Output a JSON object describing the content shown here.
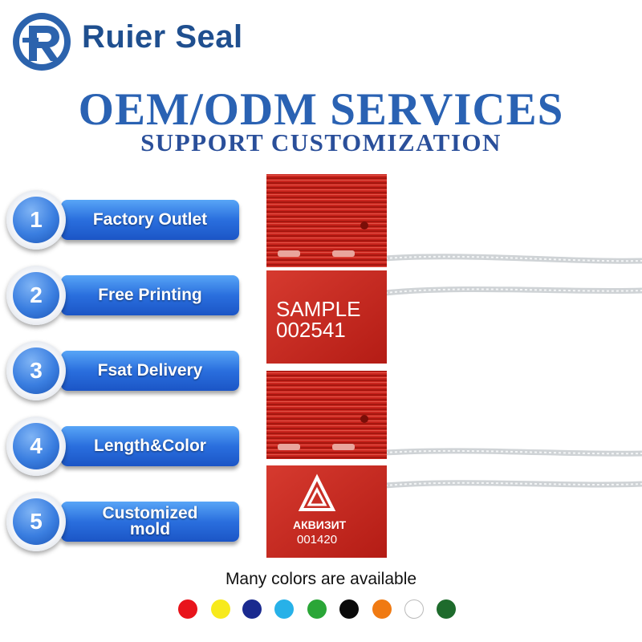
{
  "brand": {
    "name": "Ruier Seal",
    "logo_color": "#2c63ad"
  },
  "header": {
    "title": "OEM/ODM SERVICES",
    "subtitle": "SUPPORT CUSTOMIZATION"
  },
  "features": [
    {
      "number": "1",
      "label": "Factory Outlet"
    },
    {
      "number": "2",
      "label": "Free Printing"
    },
    {
      "number": "3",
      "label": "Fsat Delivery"
    },
    {
      "number": "4",
      "label": "Length&Color"
    },
    {
      "number": "5",
      "label": "Customized mold"
    }
  ],
  "product": {
    "seal_color": "#c9241d",
    "print_line1": "SAMPLE",
    "print_line2": "002541",
    "logo_text": "АКВИЗИТ",
    "logo_number": "001420"
  },
  "colors": {
    "caption": "Many colors are available",
    "swatches": [
      "#e8141b",
      "#f7ea1c",
      "#1a2a8f",
      "#27b1e8",
      "#2aa637",
      "#0a0a0a",
      "#f07a12",
      "#ffffff",
      "#1e6b2c"
    ]
  }
}
